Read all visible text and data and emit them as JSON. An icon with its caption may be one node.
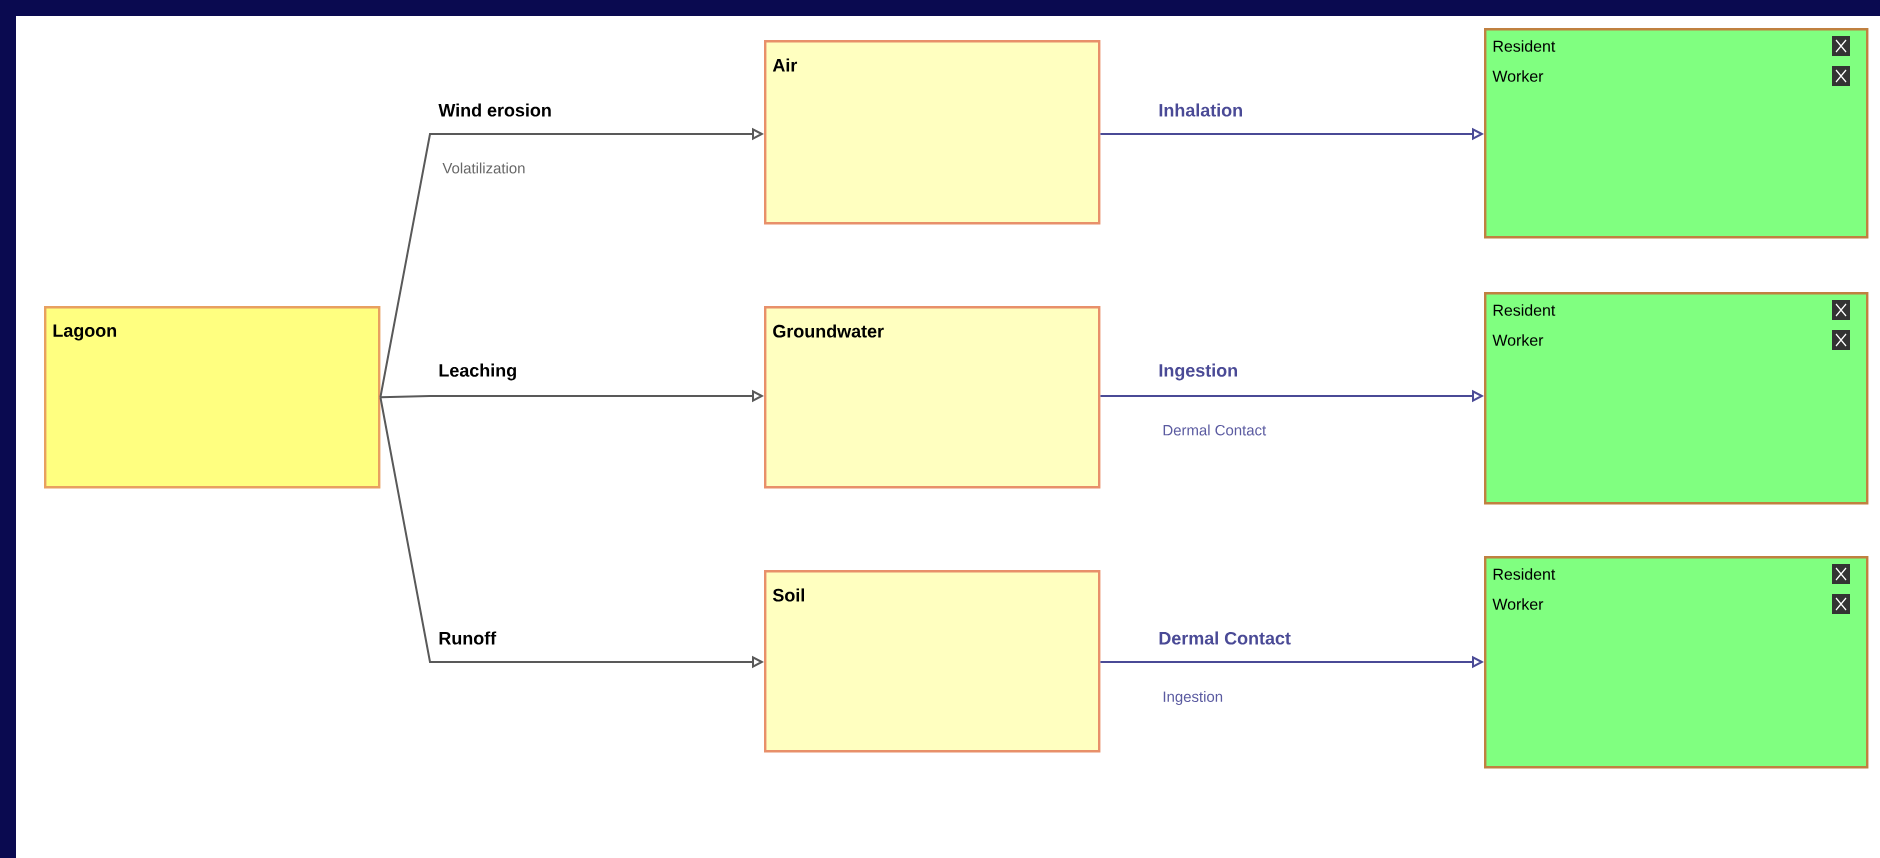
{
  "diagram": {
    "nodes": [
      {
        "text": [
          "Lagoon"
        ]
      },
      {
        "text": [
          "Air"
        ]
      },
      {
        "text": [
          "Groundwater"
        ]
      },
      {
        "text": [
          "Soil"
        ]
      },
      {
        "text": [
          "Resident",
          "Worker"
        ]
      },
      {
        "text": [
          "Resident",
          "Worker"
        ]
      },
      {
        "text": [
          "Resident",
          "Worker"
        ]
      }
    ],
    "edges": [
      {
        "from": 0,
        "to": 1,
        "arrow": "to",
        "label": "Wind erosion"
      },
      {
        "from": 0,
        "to": 2,
        "arrow": "to",
        "label": "Leaching"
      },
      {
        "from": 0,
        "to": 3,
        "arrow": "to",
        "label": "Runoff"
      },
      {
        "from": 1,
        "to": 4,
        "arrow": "to",
        "label": "Inhalation",
        "color": "#4a4a96"
      },
      {
        "from": 2,
        "to": 5,
        "arrow": "to",
        "label": "Ingestion",
        "color": "#4a4a96"
      },
      {
        "from": 3,
        "to": 6,
        "arrow": "to",
        "label": "Dermal Contact",
        "color": "#4a4a96"
      }
    ],
    "labels": [
      "Volatilization",
      "Dermal Contact",
      "Ingestion"
    ]
  }
}
